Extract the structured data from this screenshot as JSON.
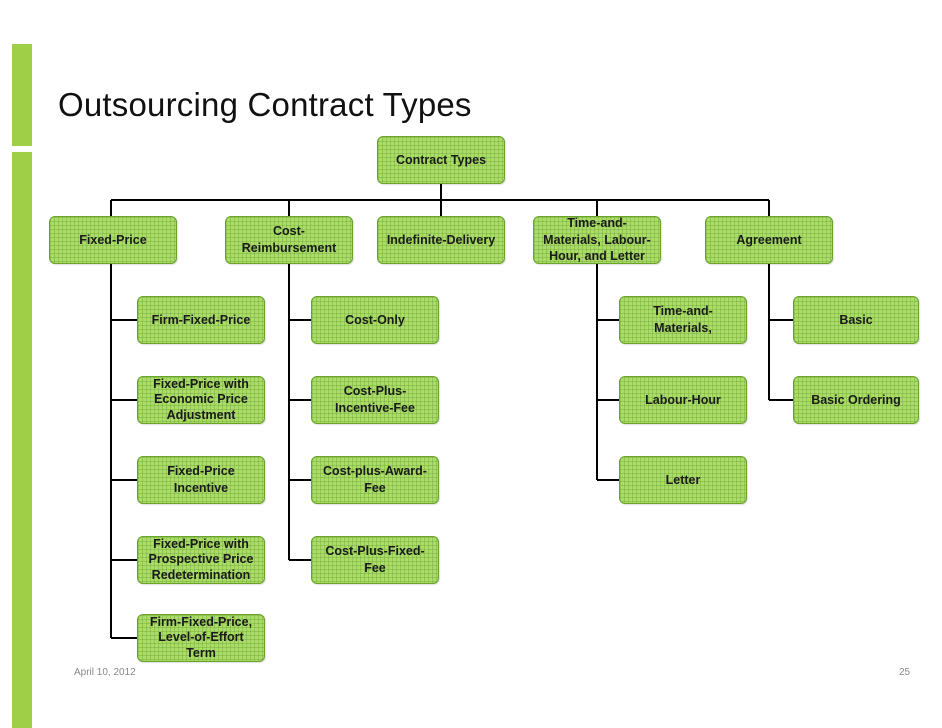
{
  "slide": {
    "title": "Outsourcing Contract Types",
    "date": "April 10, 2012",
    "page_number": "25",
    "accent_color": "#9fce47",
    "box_color": "#a9dd67"
  },
  "diagram": {
    "root": "Contract Types",
    "categories": [
      {
        "label": "Fixed-Price",
        "children": [
          "Firm-Fixed-Price",
          "Fixed-Price with Economic Price Adjustment",
          "Fixed-Price Incentive",
          "Fixed-Price with Prospective Price Redetermination",
          "Firm-Fixed-Price, Level-of-Effort Term"
        ]
      },
      {
        "label": "Cost-Reimbursement",
        "children": [
          "Cost-Only",
          "Cost-Plus-Incentive-Fee",
          "Cost-plus-Award-Fee",
          "Cost-Plus-Fixed-Fee"
        ]
      },
      {
        "label": "Indefinite-Delivery",
        "children": []
      },
      {
        "label": "Time-and-Materials, Labour-Hour, and Letter",
        "children": [
          "Time-and-Materials,",
          "Labour-Hour",
          "Letter"
        ]
      },
      {
        "label": "Agreement",
        "children": [
          "Basic",
          "Basic Ordering"
        ]
      }
    ]
  }
}
